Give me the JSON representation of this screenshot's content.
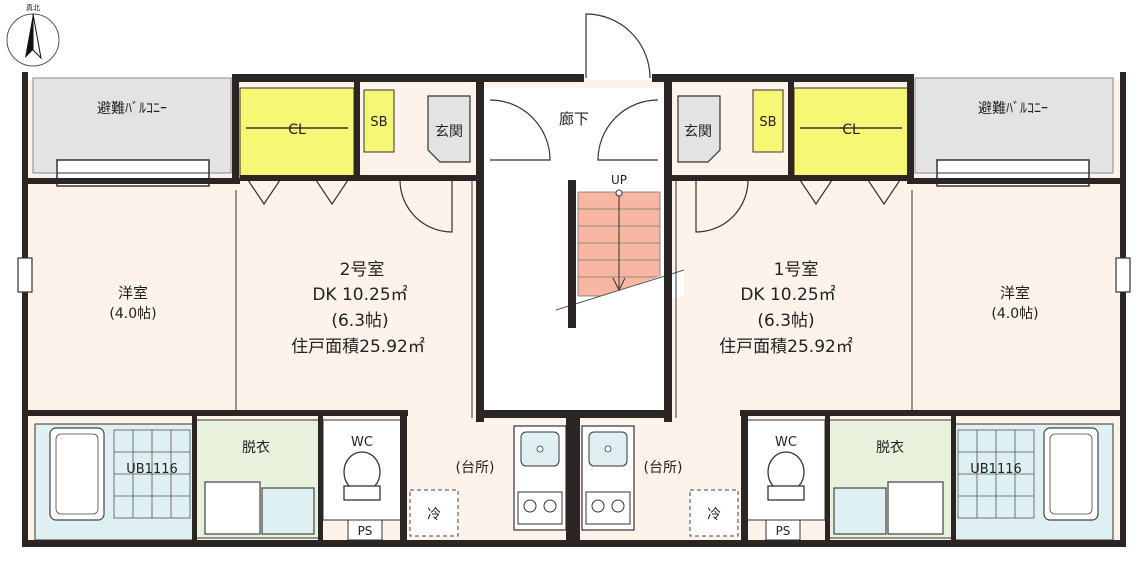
{
  "compass": {
    "label": "真北"
  },
  "rooms": {
    "balcony_left": "避難ﾊﾞﾙｺﾆｰ",
    "balcony_right": "避難ﾊﾞﾙｺﾆｰ",
    "cl": "CL",
    "sb": "SB",
    "genkan": "玄関",
    "corridor": "廊下",
    "stairs_up": "UP",
    "western": "洋室",
    "western_size": "(4.0帖)",
    "unit2": {
      "name": "2号室",
      "dk": "DK 10.25㎡",
      "dk_jo": "(6.3帖)",
      "area": "住戸面積25.92㎡"
    },
    "unit1": {
      "name": "1号室",
      "dk": "DK 10.25㎡",
      "dk_jo": "(6.3帖)",
      "area": "住戸面積25.92㎡"
    },
    "dressing": "脱衣",
    "wc": "WC",
    "ub": "UB1116",
    "kitchen": "(台所)",
    "fridge": "冷",
    "ps": "PS"
  },
  "colors": {
    "wall": "#2b2523",
    "floor": "#fdf3ea",
    "closet": "#f7f776",
    "balcony": "#e3e3e3",
    "bath": "#dff0f2",
    "dressing": "#e7f1dc",
    "stairs": "#f6b6a2"
  }
}
